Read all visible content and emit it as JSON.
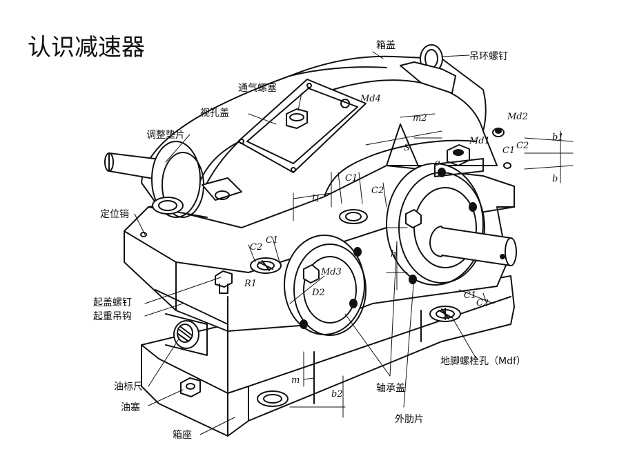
{
  "slide": {
    "title": "认识减速器"
  },
  "diagram": {
    "subject": "gear-reducer-cutaway",
    "callouts": {
      "cover": "箱盖",
      "lifting_eye_bolt": "吊环螺钉",
      "vent_plug": "通气螺塞",
      "inspection_cover": "视孔盖",
      "adjusting_shim": "调整垫片",
      "locating_pin": "定位销",
      "jack_screw": "起盖螺钉",
      "lifting_hook": "起重吊钩",
      "dipstick": "油标尺",
      "drain_plug": "油塞",
      "base": "箱座",
      "outer_rib": "外肋片",
      "bearing_cap": "轴承盖",
      "anchor_bolt_hole": "地脚螺栓孔（Mdf）"
    },
    "dimension_labels": {
      "md4": "Md4",
      "md2": "Md2",
      "md1": "Md1",
      "md3": "Md3",
      "m2": "m2",
      "s": "S",
      "l1": "l1",
      "c1_top": "C1",
      "c2_top": "C2",
      "c1_left": "C1",
      "c2_left": "C2",
      "c1_right": "C1",
      "c2_right": "C2",
      "c1_lower": "C1",
      "c2_lower": "C2",
      "b1": "b1",
      "b": "b",
      "h": "h",
      "e": "e",
      "r1": "R1",
      "d2": "D2",
      "m": "m",
      "b2": "b2"
    }
  }
}
